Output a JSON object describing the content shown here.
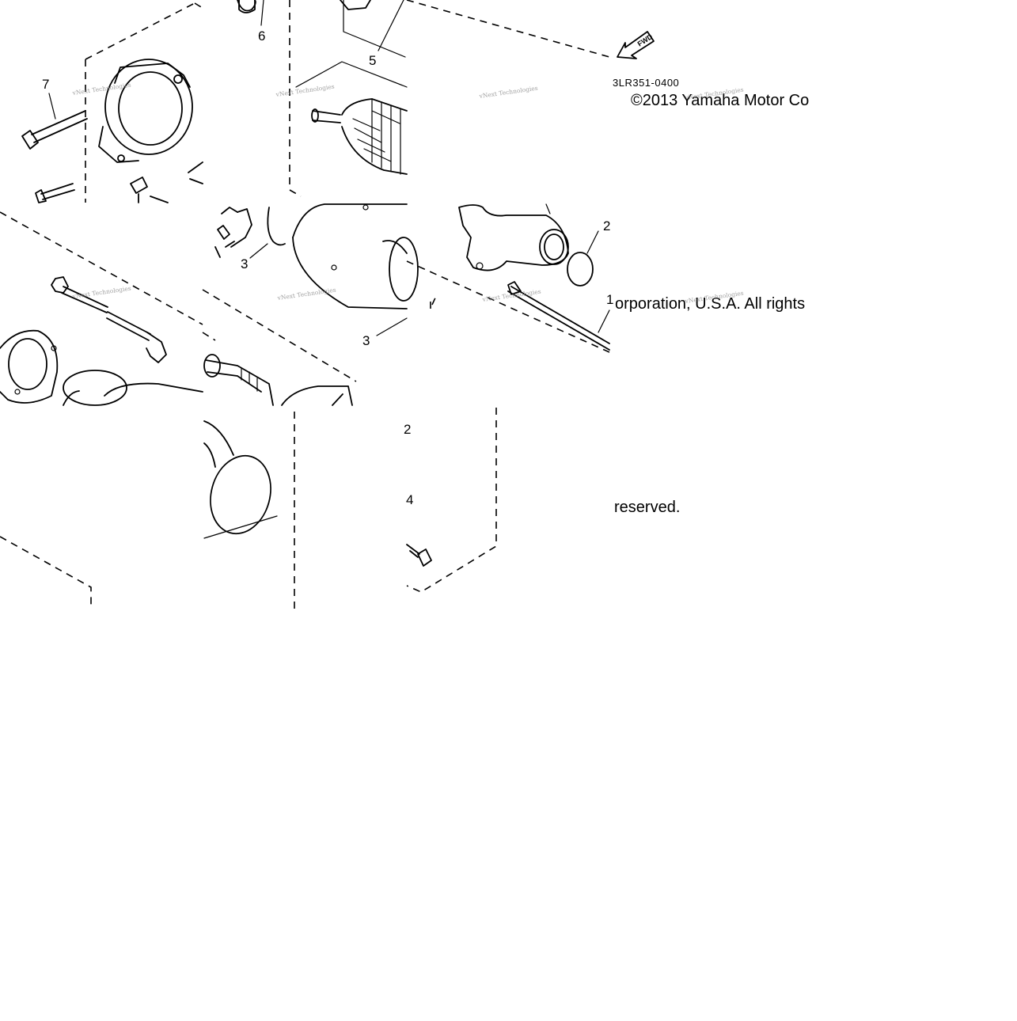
{
  "diagram": {
    "part_code": "3LR351-0400",
    "fwd_label": "FWD",
    "copyright_line1": "©2013 Yamaha Motor Co",
    "copyright_line2": "orporation, U.S.A. All rights",
    "copyright_line3": "reserved.",
    "watermark": "vNext Technologies",
    "callouts": [
      "7",
      "6",
      "5",
      "3",
      "3",
      "2",
      "1",
      "4",
      "2"
    ],
    "background_color": "#ffffff",
    "line_color": "#000000"
  }
}
